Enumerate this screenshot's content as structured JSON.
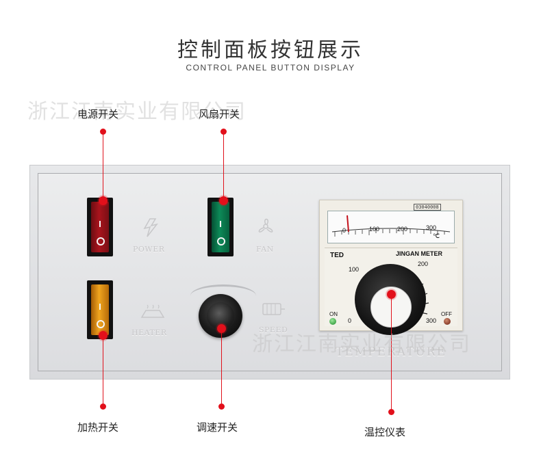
{
  "header": {
    "title": "控制面板按钮展示",
    "subtitle": "CONTROL PANEL BUTTON DISPLAY"
  },
  "watermark": {
    "text": "浙江江南实业有限公司"
  },
  "panel": {
    "labels": {
      "power": "POWER",
      "fan": "FAN",
      "heater": "HEATER",
      "speed": "SPEED",
      "temperature": "TEMPERATURE"
    },
    "switches": {
      "power": {
        "color": "#a9141d"
      },
      "fan": {
        "color": "#0d8a58"
      },
      "heater": {
        "color": "#f0a51f"
      }
    }
  },
  "meter": {
    "brand": "TED",
    "model": "JINGAN METER",
    "code": "03040008",
    "scale_ticks": [
      "0",
      "100",
      "200",
      "300"
    ],
    "scale_unit": "℃",
    "dial_ticks": [
      "0",
      "100",
      "200",
      "300"
    ],
    "on_label": "ON",
    "off_label": "OFF"
  },
  "callouts": {
    "power_switch": "电源开关",
    "fan_switch": "风扇开关",
    "heater_switch": "加热开关",
    "speed_switch": "调速开关",
    "temp_meter": "温控仪表"
  },
  "colors": {
    "accent": "#e2101b"
  }
}
